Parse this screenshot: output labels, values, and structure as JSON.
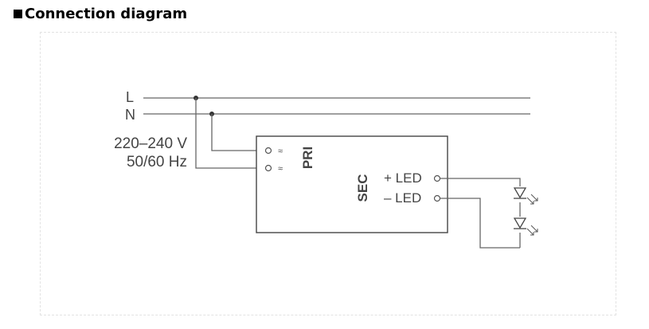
{
  "heading": "Connection diagram",
  "diagram": {
    "line_L": "L",
    "line_N": "N",
    "voltage": "220–240 V",
    "frequency": "50/60 Hz",
    "primary_label": "PRI",
    "secondary_label": "SEC",
    "ac_symbol": "≈",
    "led_plus": "+ LED",
    "led_minus": "– LED"
  }
}
